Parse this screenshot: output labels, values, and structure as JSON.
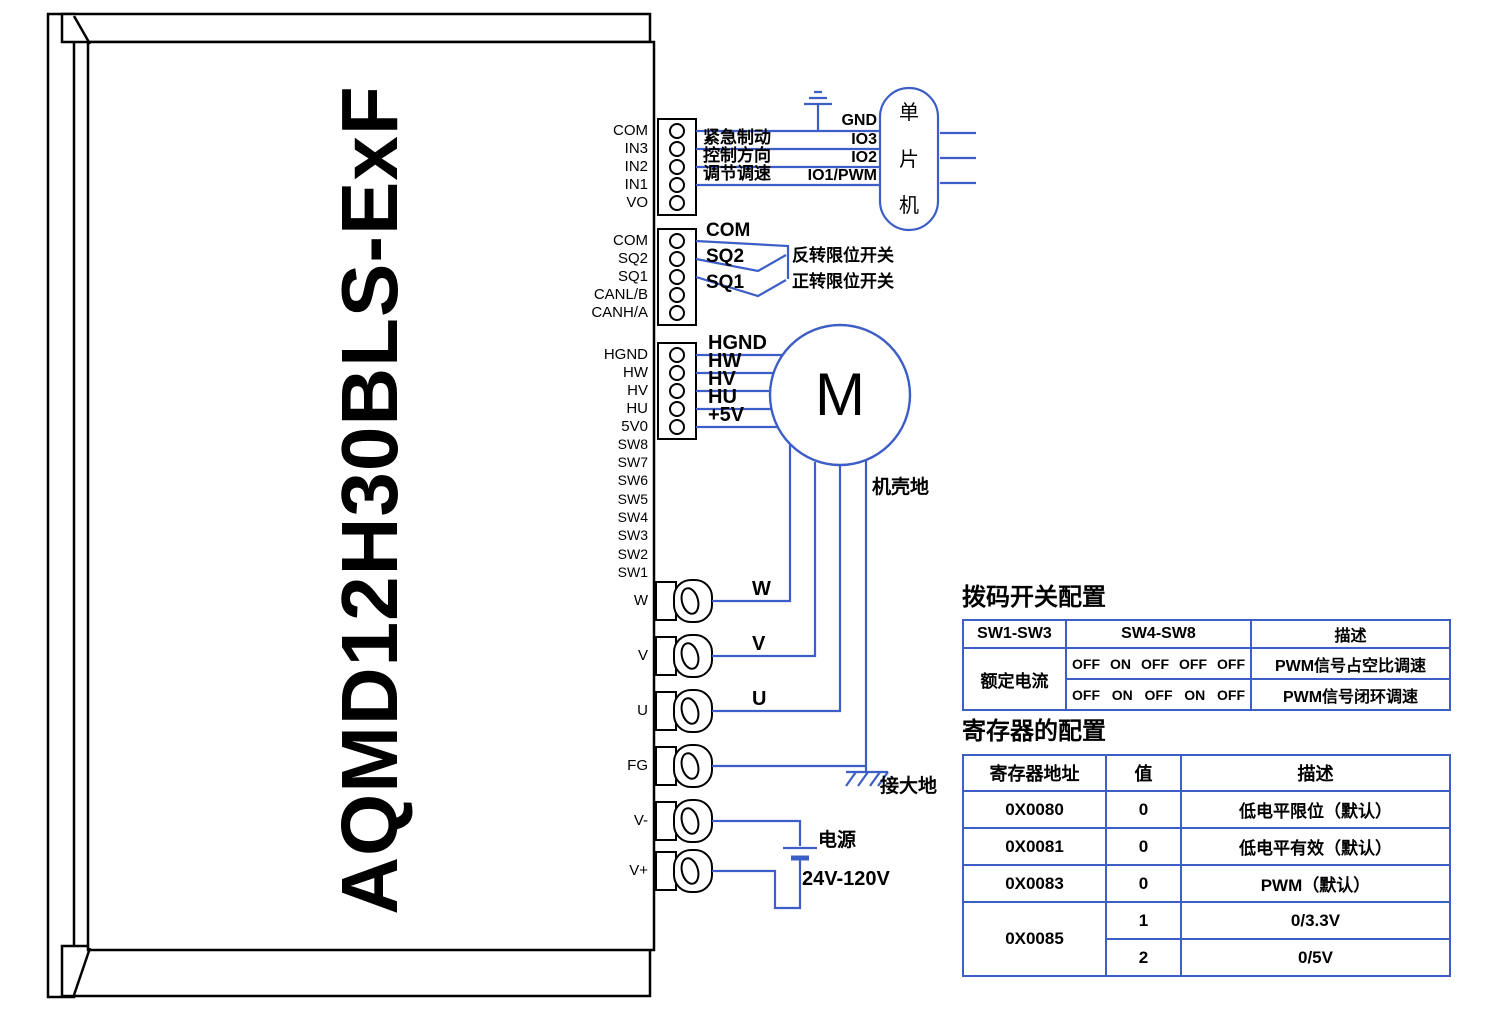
{
  "colors": {
    "wire": "#3D5EC6",
    "device_outline": "#000000",
    "text": "#000000"
  },
  "device": {
    "model": "AQMD12H30BLS-ExF",
    "pins": {
      "group1": [
        "COM",
        "IN3",
        "IN2",
        "IN1",
        "VO"
      ],
      "group2": [
        "COM",
        "SQ2",
        "SQ1",
        "CANL/B",
        "CANH/A"
      ],
      "group3": [
        "HGND",
        "HW",
        "HV",
        "HU",
        "5V0"
      ],
      "dip": [
        "SW8",
        "SW7",
        "SW6",
        "SW5",
        "SW4",
        "SW3",
        "SW2",
        "SW1"
      ],
      "power": [
        "W",
        "V",
        "U",
        "FG",
        "V-",
        "V+"
      ]
    }
  },
  "mcu": {
    "name_chars": [
      "单",
      "片",
      "机"
    ],
    "pins": {
      "gnd": "GND",
      "io3": "IO3",
      "io2": "IO2",
      "io1": "IO1/PWM"
    },
    "signals": {
      "brake": "紧急制动",
      "direction": "控制方向",
      "speed": "调节调速"
    }
  },
  "limit_switch": {
    "com": "COM",
    "sq2": "SQ2",
    "sq1": "SQ1",
    "reverse_label": "反转限位开关",
    "forward_label": "正转限位开关"
  },
  "hall": {
    "hgnd": "HGND",
    "hw": "HW",
    "hv": "HV",
    "hu": "HU",
    "plus5v": "+5V"
  },
  "motor": {
    "symbol": "M",
    "chassis_ground": "机壳地",
    "earth": "接大地"
  },
  "phases": {
    "w": "W",
    "v": "V",
    "u": "U"
  },
  "power_supply": {
    "label": "电源",
    "voltage": "24V-120V"
  },
  "dip_table": {
    "title": "拨码开关配置",
    "headers": [
      "SW1-SW3",
      "SW4-SW8",
      "描述"
    ],
    "row_label": "额定电流",
    "rows": [
      {
        "sw": [
          "OFF",
          "ON",
          "OFF",
          "OFF",
          "OFF"
        ],
        "desc": "PWM信号占空比调速"
      },
      {
        "sw": [
          "OFF",
          "ON",
          "OFF",
          "ON",
          "OFF"
        ],
        "desc": "PWM信号闭环调速"
      }
    ]
  },
  "reg_table": {
    "title": "寄存器的配置",
    "headers": [
      "寄存器地址",
      "值",
      "描述"
    ],
    "rows": [
      {
        "addr": "0X0080",
        "val": "0",
        "desc": "低电平限位（默认）"
      },
      {
        "addr": "0X0081",
        "val": "0",
        "desc": "低电平有效（默认）"
      },
      {
        "addr": "0X0083",
        "val": "0",
        "desc": "PWM（默认）"
      },
      {
        "addr": "0X0085",
        "val": "1",
        "desc": "0/3.3V"
      },
      {
        "val": "2",
        "desc": "0/5V"
      }
    ]
  }
}
